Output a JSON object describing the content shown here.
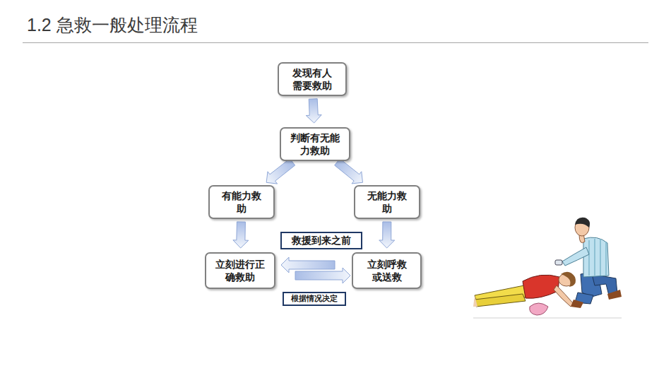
{
  "diagram": {
    "title": "1.2 急救一般处理流程",
    "nodes": [
      {
        "text": [
          "发现有人需要救助"
        ]
      },
      {
        "text": [
          "判断有无能力救助"
        ]
      },
      {
        "text": [
          "有能力救助"
        ]
      },
      {
        "text": [
          "无能力救助"
        ]
      },
      {
        "text": [
          "救援到来之前"
        ]
      },
      {
        "text": [
          "立刻进行正确救助"
        ]
      },
      {
        "text": [
          "立刻呼救或送救"
        ]
      },
      {
        "text": [
          "根据情况决定"
        ]
      }
    ],
    "edges": [
      {
        "from": 0,
        "to": 1,
        "arrow": "to"
      },
      {
        "from": 1,
        "to": 2,
        "arrow": "to"
      },
      {
        "from": 1,
        "to": 3,
        "arrow": "to"
      },
      {
        "from": 2,
        "to": 5,
        "arrow": "to"
      },
      {
        "from": 3,
        "to": 6,
        "arrow": "to"
      },
      {
        "from": 6,
        "to": 5,
        "arrow": "to"
      },
      {
        "from": 5,
        "to": 6,
        "arrow": "to"
      }
    ]
  }
}
